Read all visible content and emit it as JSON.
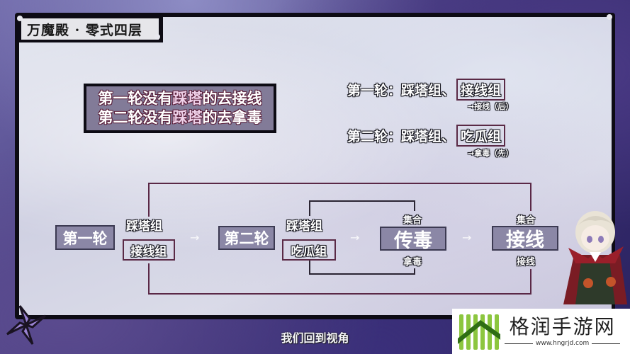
{
  "header": {
    "title": "万魔殿 · 零式四层"
  },
  "callout": {
    "line1": {
      "pre": "第一轮没有",
      "highlight": "踩塔",
      "post": "的去接线"
    },
    "line2": {
      "pre": "第二轮没有",
      "highlight": "踩塔",
      "post": "的去拿毒"
    }
  },
  "summary": {
    "round1": {
      "label": "第一轮：",
      "group_a": "踩塔组、",
      "group_b": "接线组",
      "note": "→接线（后）"
    },
    "round2": {
      "label": "第二轮：",
      "group_a": "踩塔组、",
      "group_b": "吃瓜组",
      "note": "→拿毒（先）"
    }
  },
  "flow": {
    "round1_label": "第一轮",
    "round1_group_top": "踩塔组",
    "round1_group_bottom": "接线组",
    "round2_label": "第二轮",
    "round2_group_top": "踩塔组",
    "round2_group_bottom": "吃瓜组",
    "arrow": "→",
    "step3": {
      "top": "集合",
      "main": "传毒",
      "bottom": "拿毒"
    },
    "step4": {
      "top": "集合",
      "main": "接线",
      "bottom": "接线"
    }
  },
  "subtitle": "我们回到视角",
  "watermark": {
    "name": "格润手游网",
    "url": "www.hngrjd.com"
  },
  "colors": {
    "connector_line": "#5a2846",
    "box_fill": "#8b87a6",
    "logo_green": "#3b8a1e"
  }
}
